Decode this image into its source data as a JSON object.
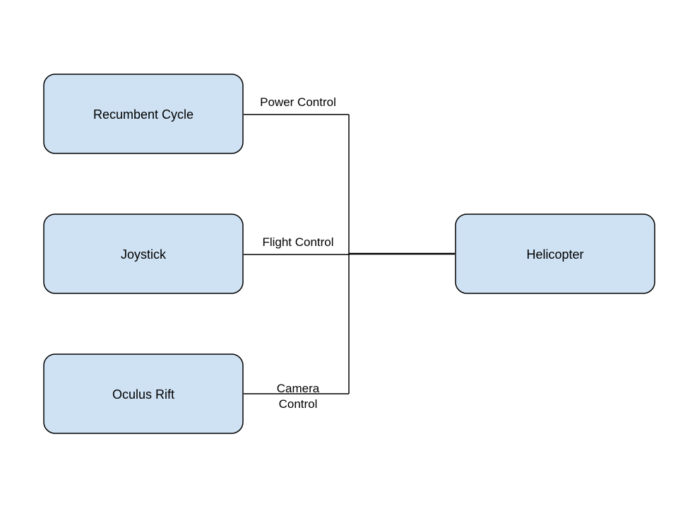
{
  "nodes": {
    "recumbent_cycle": "Recumbent Cycle",
    "joystick": "Joystick",
    "oculus_rift": "Oculus Rift",
    "helicopter": "Helicopter"
  },
  "edges": {
    "power_control": "Power Control",
    "flight_control": "Flight Control",
    "camera_control_line1": "Camera",
    "camera_control_line2": "Control"
  },
  "colors": {
    "node_fill": "#cfe2f3",
    "stroke": "#000000"
  }
}
